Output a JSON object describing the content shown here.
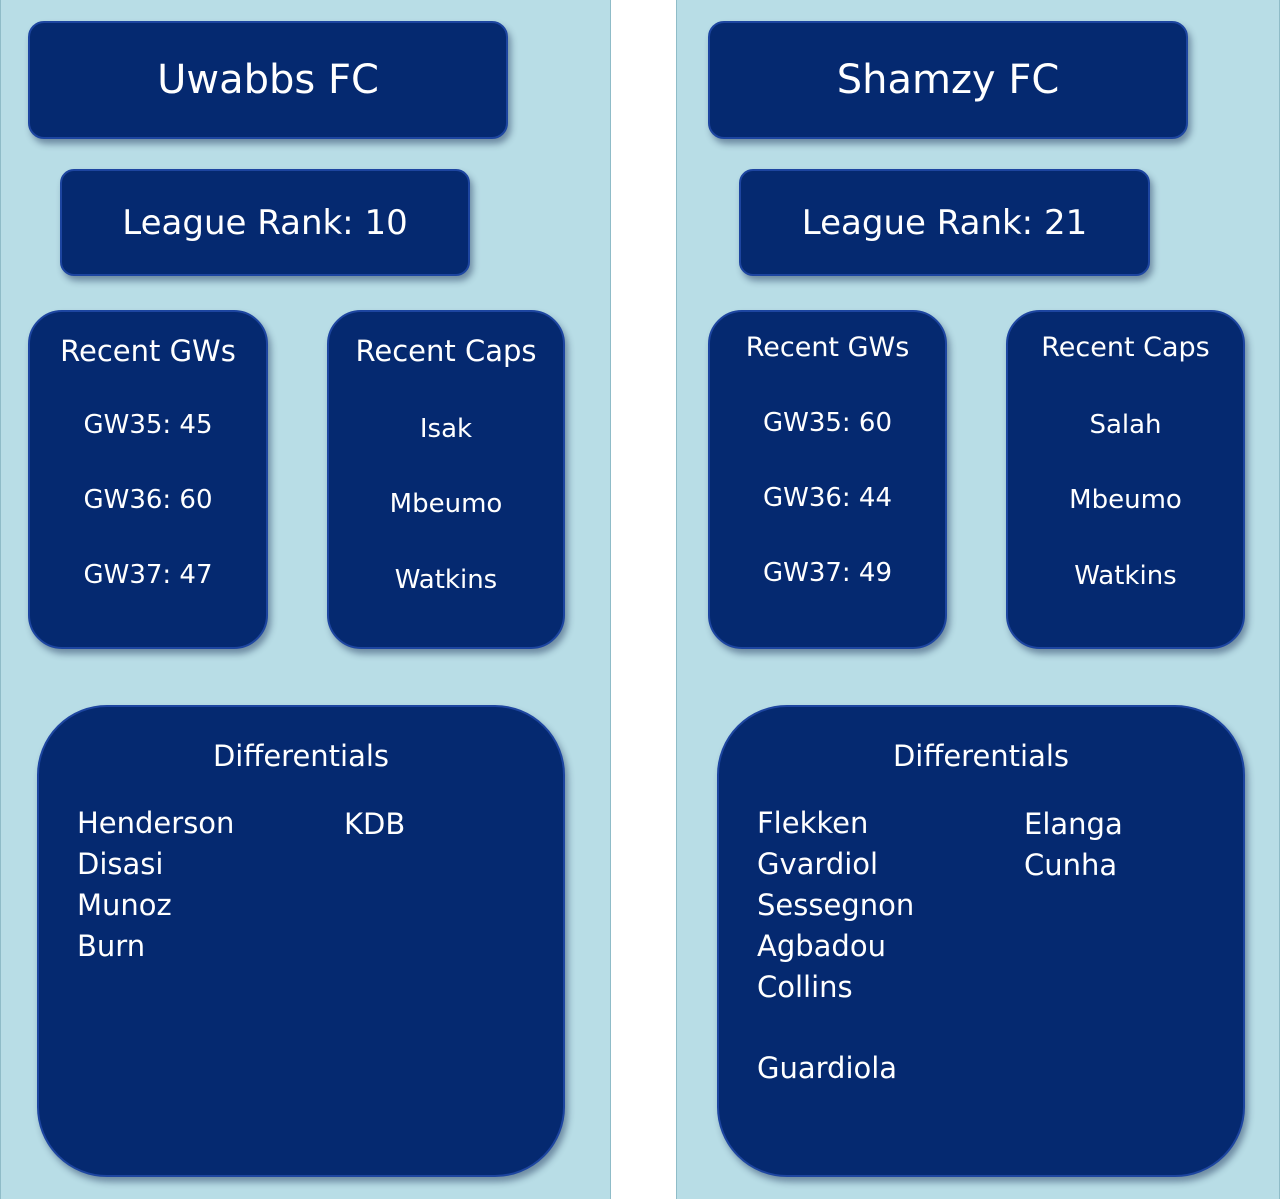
{
  "teams": [
    {
      "name": "Uwabbs FC",
      "league_rank": "League Rank: 10",
      "recent_gws_title": "Recent GWs",
      "recent_gws": [
        "GW35: 45",
        "GW36: 60",
        "GW37: 47"
      ],
      "recent_caps_title": "Recent Caps",
      "recent_caps": [
        "Isak",
        "Mbeumo",
        "Watkins"
      ],
      "differentials_title": "Differentials",
      "differentials_col1": [
        "Henderson",
        "Disasi",
        "Munoz",
        "Burn"
      ],
      "differentials_col2": [
        "KDB"
      ]
    },
    {
      "name": "Shamzy FC",
      "league_rank": "League Rank: 21",
      "recent_gws_title": "Recent GWs",
      "recent_gws": [
        "GW35: 60",
        "GW36: 44",
        "GW37: 49"
      ],
      "recent_caps_title": "Recent Caps",
      "recent_caps": [
        "Salah",
        "Mbeumo",
        "Watkins"
      ],
      "differentials_title": "Differentials",
      "differentials_col1": [
        "Flekken",
        "Gvardiol",
        "Sessegnon",
        "Agbadou",
        "Collins"
      ],
      "differentials_col1_after_gap": [
        "Guardiola"
      ],
      "differentials_col2": [
        "Elanga",
        "Cunha"
      ]
    }
  ],
  "colors": {
    "panel_background": "#b8dde6",
    "box_fill": "#052970",
    "box_border": "#1d45a0",
    "text": "#ffffff"
  }
}
